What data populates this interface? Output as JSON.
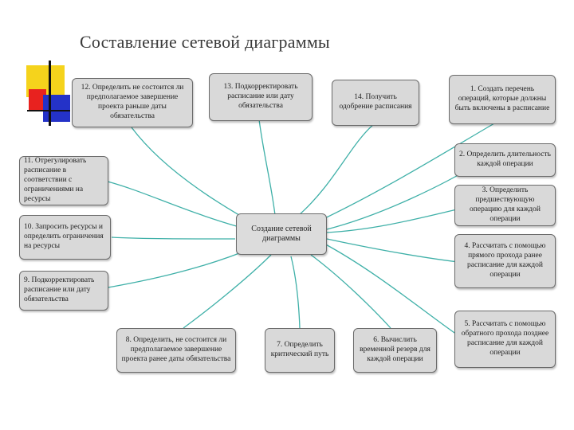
{
  "title": "Составление сетевой диаграммы",
  "center": "Создание сетевой диаграммы",
  "nodes": {
    "n1": "1. Создать перечень операций, которые должны быть включены в расписание",
    "n2": "2. Определить длительность каждой операции",
    "n3": "3. Определить предшествующую операцию для каждой операции",
    "n4": "4. Рассчитать с помощью прямого прохода ранее расписание для каждой операции",
    "n5": "5. Рассчитать с помощью обратного прохода позднее расписание для каждой операции",
    "n6": "6. Вычислить временной резерв для каждой операции",
    "n7": "7. Определить критический путь",
    "n8": "8. Определить, не состоится ли предполагаемое завершение проекта ранее даты обязательства",
    "n9": "9. Подкорректировать расписание или дату обязательства",
    "n10": "10. Запросить ресурсы и определить ограничения на ресурсы",
    "n11": "11. Отрегулировать расписание в соответствии с ограничениями на ресурсы",
    "n12": "12. Определить не состоится ли предполагаемое завершение проекта раньше даты обязательства",
    "n13": "13. Подкорректировать расписание или дату обязательства",
    "n14": "14. Получить одобрение расписания"
  },
  "colors": {
    "link": "#3fb0a8",
    "node_fill": "#d9d9d9",
    "node_border": "#6b6b6b",
    "deco_yellow": "#f5d31c",
    "deco_red": "#e8221f",
    "deco_blue": "#2432c8"
  }
}
